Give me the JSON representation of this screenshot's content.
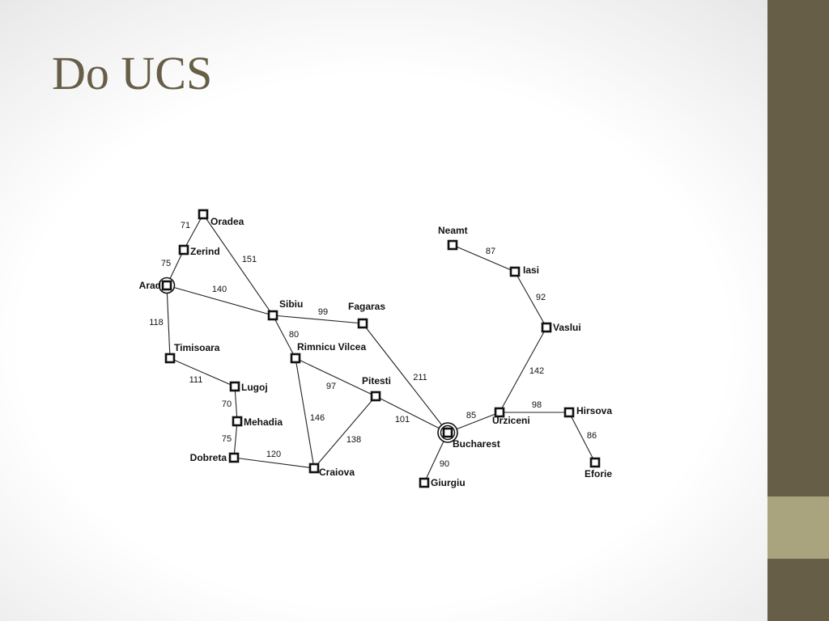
{
  "slide": {
    "title": "Do UCS"
  },
  "colors": {
    "title": "#675e47",
    "sidebar": "#675e47",
    "sidebar_accent": "#a9a47e",
    "edges": "#222222",
    "nodes": "#111111"
  },
  "graph": {
    "start": "Arad",
    "goal": "Bucharest",
    "cities": [
      "Oradea",
      "Zerind",
      "Arad",
      "Timisoara",
      "Lugoj",
      "Mehadia",
      "Dobreta",
      "Sibiu",
      "Rimnicu Vilcea",
      "Fagaras",
      "Pitesti",
      "Craiova",
      "Bucharest",
      "Giurgiu",
      "Urziceni",
      "Neamt",
      "Iasi",
      "Vaslui",
      "Hirsova",
      "Eforie"
    ],
    "roads": [
      {
        "from": "Oradea",
        "to": "Zerind",
        "cost": "71"
      },
      {
        "from": "Zerind",
        "to": "Arad",
        "cost": "75"
      },
      {
        "from": "Oradea",
        "to": "Sibiu",
        "cost": "151"
      },
      {
        "from": "Arad",
        "to": "Sibiu",
        "cost": "140"
      },
      {
        "from": "Arad",
        "to": "Timisoara",
        "cost": "118"
      },
      {
        "from": "Timisoara",
        "to": "Lugoj",
        "cost": "111"
      },
      {
        "from": "Lugoj",
        "to": "Mehadia",
        "cost": "70"
      },
      {
        "from": "Mehadia",
        "to": "Dobreta",
        "cost": "75"
      },
      {
        "from": "Dobreta",
        "to": "Craiova",
        "cost": "120"
      },
      {
        "from": "Sibiu",
        "to": "Fagaras",
        "cost": "99"
      },
      {
        "from": "Sibiu",
        "to": "Rimnicu Vilcea",
        "cost": "80"
      },
      {
        "from": "Rimnicu Vilcea",
        "to": "Pitesti",
        "cost": "97"
      },
      {
        "from": "Rimnicu Vilcea",
        "to": "Craiova",
        "cost": "146"
      },
      {
        "from": "Craiova",
        "to": "Pitesti",
        "cost": "138"
      },
      {
        "from": "Fagaras",
        "to": "Bucharest",
        "cost": "211"
      },
      {
        "from": "Pitesti",
        "to": "Bucharest",
        "cost": "101"
      },
      {
        "from": "Bucharest",
        "to": "Giurgiu",
        "cost": "90"
      },
      {
        "from": "Bucharest",
        "to": "Urziceni",
        "cost": "85"
      },
      {
        "from": "Urziceni",
        "to": "Hirsova",
        "cost": "98"
      },
      {
        "from": "Hirsova",
        "to": "Eforie",
        "cost": "86"
      },
      {
        "from": "Urziceni",
        "to": "Vaslui",
        "cost": "142"
      },
      {
        "from": "Vaslui",
        "to": "Iasi",
        "cost": "92"
      },
      {
        "from": "Iasi",
        "to": "Neamt",
        "cost": "87"
      }
    ]
  }
}
